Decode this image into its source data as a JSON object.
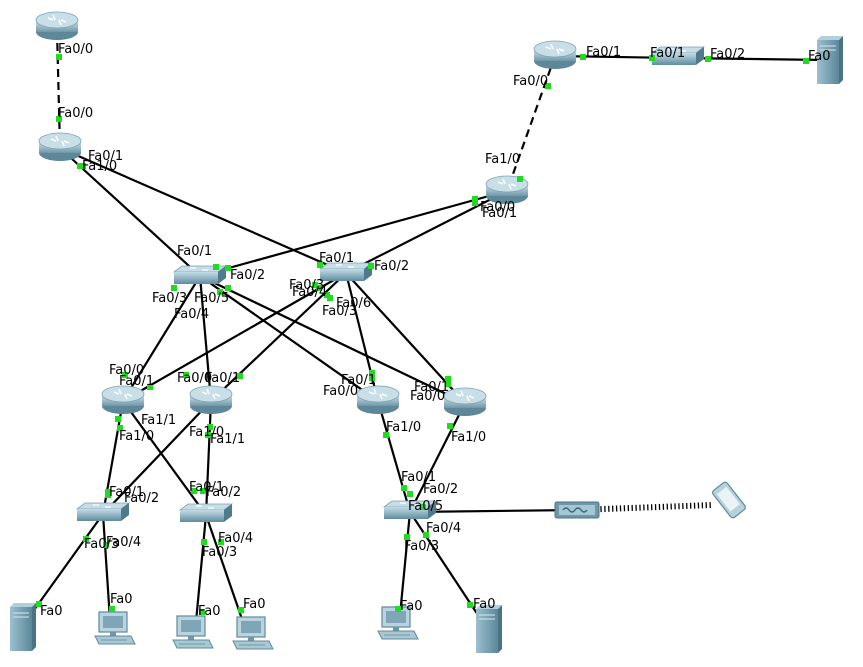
{
  "colors": {
    "background": "#ffffff",
    "link": "#000000",
    "port_dot": "#1fdc1f",
    "device_body": "#7fa8b8",
    "device_top": "#b6d3df"
  },
  "devices": [
    {
      "id": "r_top",
      "icon": "router-icon"
    },
    {
      "id": "r_left",
      "icon": "router-icon"
    },
    {
      "id": "r_right",
      "icon": "router-icon"
    },
    {
      "id": "r_tr",
      "icon": "router-icon"
    },
    {
      "id": "sw_tr",
      "icon": "switch-icon"
    },
    {
      "id": "srv_tr",
      "icon": "server-icon"
    },
    {
      "id": "msw1",
      "icon": "switch-icon"
    },
    {
      "id": "msw2",
      "icon": "switch-icon"
    },
    {
      "id": "r_a",
      "icon": "router-icon"
    },
    {
      "id": "r_b",
      "icon": "router-icon"
    },
    {
      "id": "r_c",
      "icon": "router-icon"
    },
    {
      "id": "r_d",
      "icon": "router-icon"
    },
    {
      "id": "asw1",
      "icon": "switch-icon"
    },
    {
      "id": "asw2",
      "icon": "switch-icon"
    },
    {
      "id": "asw3",
      "icon": "switch-icon"
    },
    {
      "id": "srv_bl",
      "icon": "server-icon"
    },
    {
      "id": "pc1",
      "icon": "pc-icon"
    },
    {
      "id": "pc2",
      "icon": "pc-icon"
    },
    {
      "id": "pc3",
      "icon": "pc-icon"
    },
    {
      "id": "pc4",
      "icon": "pc-icon"
    },
    {
      "id": "srv_br",
      "icon": "server-icon"
    },
    {
      "id": "ap",
      "icon": "access-point-icon"
    },
    {
      "id": "tablet",
      "icon": "tablet-icon"
    }
  ],
  "links": [
    {
      "a": "r_top",
      "b": "r_left",
      "style": "dashed"
    },
    {
      "a": "r_tr",
      "b": "sw_tr",
      "style": "solid"
    },
    {
      "a": "sw_tr",
      "b": "srv_tr",
      "style": "solid"
    },
    {
      "a": "r_tr",
      "b": "r_right",
      "style": "dashed"
    },
    {
      "a": "r_left",
      "b": "msw1",
      "style": "solid"
    },
    {
      "a": "r_left",
      "b": "msw2",
      "style": "solid"
    },
    {
      "a": "r_right",
      "b": "msw1",
      "style": "solid"
    },
    {
      "a": "r_right",
      "b": "msw2",
      "style": "solid"
    },
    {
      "a": "msw1",
      "b": "r_a",
      "style": "solid"
    },
    {
      "a": "msw1",
      "b": "r_b",
      "style": "solid"
    },
    {
      "a": "msw1",
      "b": "r_c",
      "style": "solid"
    },
    {
      "a": "msw1",
      "b": "r_d",
      "style": "solid"
    },
    {
      "a": "msw2",
      "b": "r_a",
      "style": "solid"
    },
    {
      "a": "msw2",
      "b": "r_b",
      "style": "solid"
    },
    {
      "a": "msw2",
      "b": "r_c",
      "style": "solid"
    },
    {
      "a": "msw2",
      "b": "r_d",
      "style": "solid"
    },
    {
      "a": "r_a",
      "b": "asw1",
      "style": "solid"
    },
    {
      "a": "r_a",
      "b": "asw2",
      "style": "solid"
    },
    {
      "a": "r_b",
      "b": "asw1",
      "style": "solid"
    },
    {
      "a": "r_b",
      "b": "asw2",
      "style": "solid"
    },
    {
      "a": "r_c",
      "b": "asw3",
      "style": "solid"
    },
    {
      "a": "r_d",
      "b": "asw3",
      "style": "solid"
    },
    {
      "a": "asw1",
      "b": "srv_bl",
      "style": "solid"
    },
    {
      "a": "asw1",
      "b": "pc1",
      "style": "solid"
    },
    {
      "a": "asw2",
      "b": "pc2",
      "style": "solid"
    },
    {
      "a": "asw2",
      "b": "pc3",
      "style": "solid"
    },
    {
      "a": "asw3",
      "b": "pc4",
      "style": "solid"
    },
    {
      "a": "asw3",
      "b": "srv_br",
      "style": "solid"
    },
    {
      "a": "asw3",
      "b": "ap",
      "style": "solid"
    },
    {
      "a": "ap",
      "b": "tablet",
      "style": "wireless"
    }
  ],
  "port_labels": [
    "Fa0/0",
    "Fa0/0",
    "Fa0/1",
    "Fa1/0",
    "Fa0/1",
    "Fa0/0",
    "Fa0/1",
    "Fa0/2",
    "Fa0",
    "Fa1/0",
    "Fa0/0",
    "Fa0/1",
    "Fa0/1",
    "Fa0/2",
    "Fa0/3",
    "Fa0/5",
    "Fa0/4",
    "Fa0/1",
    "Fa0/2",
    "Fa0/3",
    "Fa0/4",
    "Fa0/6",
    "Fa0/3",
    "Fa0/0",
    "Fa0/1",
    "Fa1/1",
    "Fa1/0",
    "Fa0/0",
    "Fa0/1",
    "Fa1/0",
    "Fa1/1",
    "Fa0/1",
    "Fa0/0",
    "Fa1/0",
    "Fa0/1",
    "Fa0/0",
    "Fa1/0",
    "Fa0/1",
    "Fa0/2",
    "Fa0/3",
    "Fa0/4",
    "Fa0/1",
    "Fa0/2",
    "Fa0/3",
    "Fa0/4",
    "Fa0/1",
    "Fa0/2",
    "Fa0/5",
    "Fa0/4",
    "Fa0/3",
    "Fa0",
    "Fa0",
    "Fa0",
    "Fa0",
    "Fa0",
    "Fa0"
  ]
}
